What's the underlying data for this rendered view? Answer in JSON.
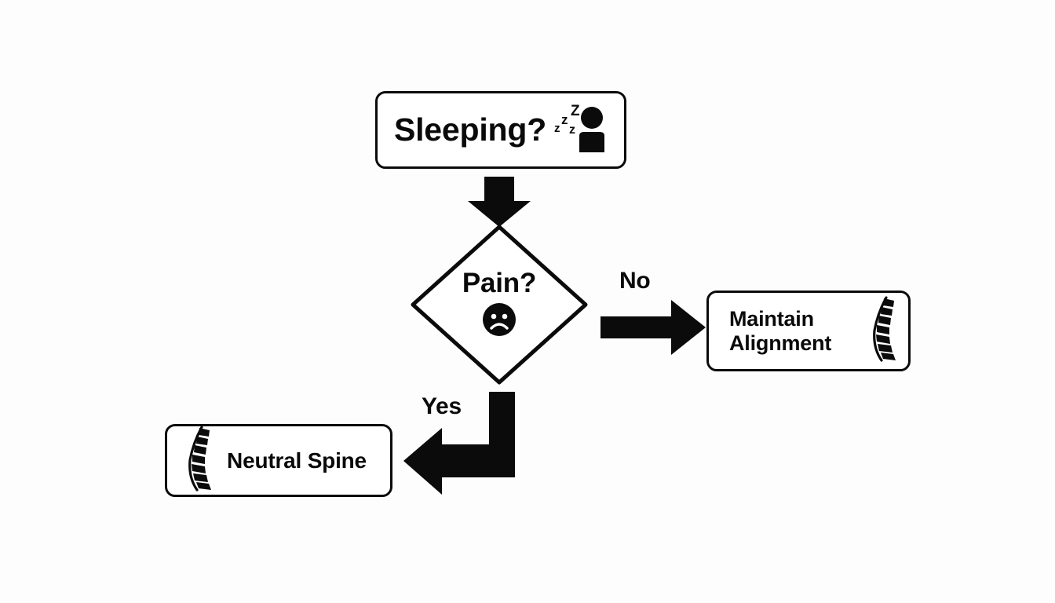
{
  "diagram": {
    "title": "Sleeping posture decision flowchart",
    "background_color": "#fdfdfd",
    "stroke_color": "#0b0b0b",
    "fill_color": "#ffffff",
    "nodes": [
      {
        "id": "sleeping",
        "shape": "rounded-rect",
        "label": "Sleeping?",
        "icon": "sleeping-person-icon",
        "icon_position": "right"
      },
      {
        "id": "pain",
        "shape": "diamond",
        "label": "Pain?",
        "icon": "sad-face-icon",
        "icon_position": "below-label"
      },
      {
        "id": "maintain",
        "shape": "rounded-rect",
        "label": "Maintain\nAlignment",
        "icon": "spine-icon",
        "icon_position": "right"
      },
      {
        "id": "neutral",
        "shape": "rounded-rect",
        "label": "Neutral Spine",
        "icon": "spine-icon",
        "icon_position": "left"
      }
    ],
    "edges": [
      {
        "id": "sleeping-to-pain",
        "from": "sleeping",
        "to": "pain",
        "label": "",
        "direction": "down"
      },
      {
        "id": "pain-to-maintain",
        "from": "pain",
        "to": "maintain",
        "label": "No",
        "direction": "right"
      },
      {
        "id": "pain-to-neutral",
        "from": "pain",
        "to": "neutral",
        "label": "Yes",
        "direction": "down-left"
      }
    ]
  }
}
